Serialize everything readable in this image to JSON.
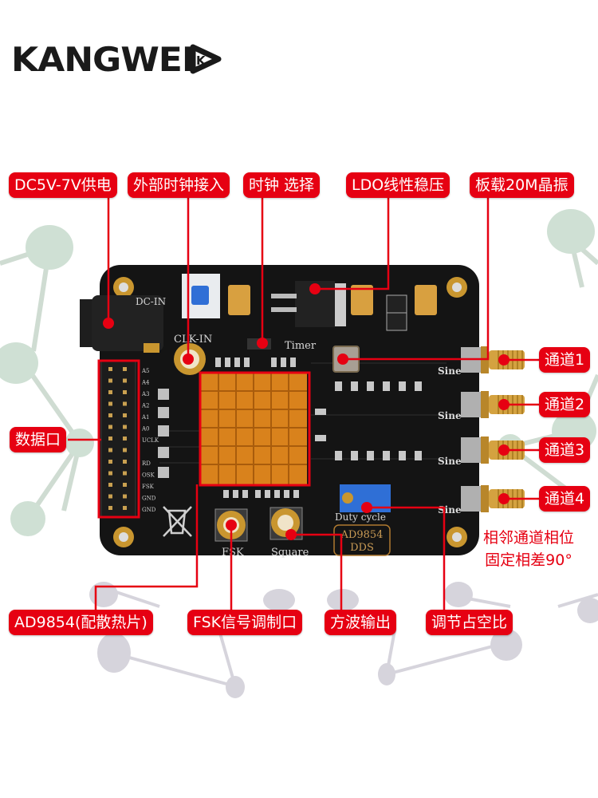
{
  "brand": {
    "name": "KANGWEI",
    "mark": "K"
  },
  "colors": {
    "accent": "#e60012",
    "pcb": "#141414",
    "gold": "#c9962f",
    "heatsink": "#d9821c",
    "node_green": "#cfe0d4",
    "node_gray": "#d6d4dc"
  },
  "callouts": {
    "power": "DC5V-7V供电",
    "ext_clock": "外部时钟接入",
    "clock_select": "时钟 选择",
    "ldo": "LDO线性稳压",
    "crystal": "板载20M晶振",
    "data_port": "数据口",
    "ch1": "通道1",
    "ch2": "通道2",
    "ch3": "通道3",
    "ch4": "通道4",
    "chip": "AD9854(配散热片)",
    "fsk": "FSK信号调制口",
    "square": "方波输出",
    "duty": "调节占空比"
  },
  "note": {
    "line1": "相邻通道相位",
    "line2": "固定相差90°"
  },
  "pcb": {
    "dc_in": "DC-IN",
    "clk_in": "CLK-IN",
    "timer": "Timer",
    "sine": "Sine",
    "fsk": "FSK",
    "square": "Square",
    "duty_cycle": "Duty cycle",
    "chip_name": "AD9854",
    "chip_sub": "DDS",
    "pins": [
      "A5",
      "A4",
      "A3",
      "A2",
      "A1",
      "A0",
      "UCLK",
      "",
      "RD",
      "OSK",
      "FSK",
      "GND",
      "GND"
    ]
  }
}
